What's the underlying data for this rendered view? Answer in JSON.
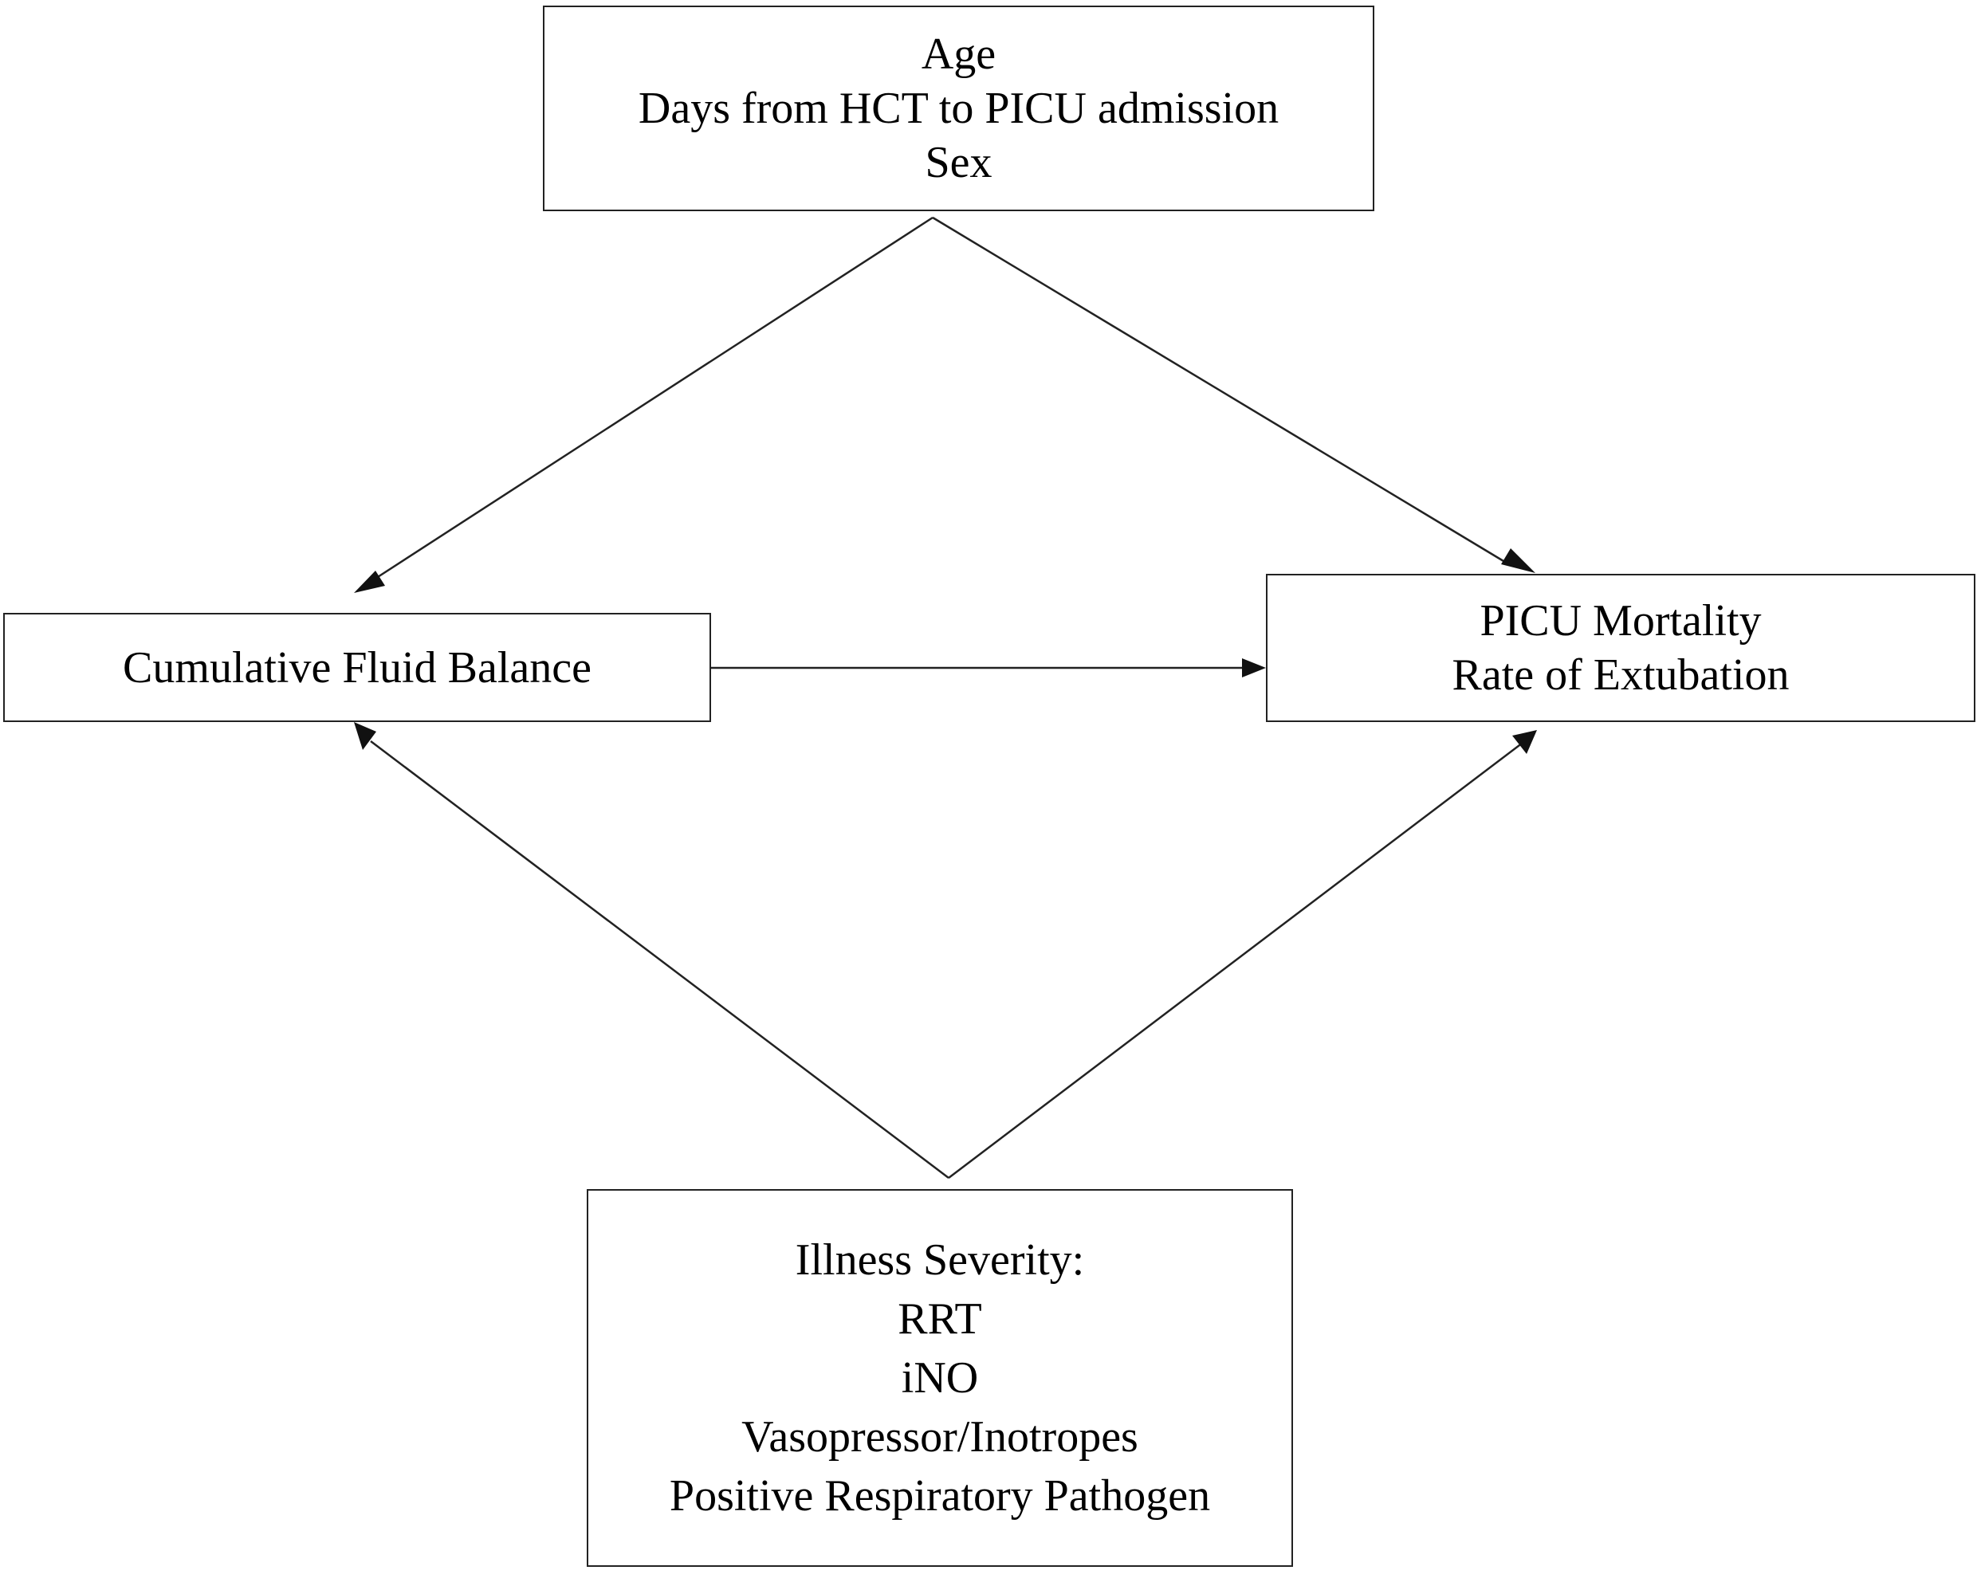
{
  "diagram": {
    "nodes": {
      "confounders": {
        "lines": [
          "Age",
          "Days from HCT to PICU admission",
          "Sex"
        ]
      },
      "exposure": {
        "lines": [
          "Cumulative Fluid Balance"
        ]
      },
      "outcomes": {
        "lines": [
          "PICU Mortality",
          "Rate of Extubation"
        ]
      },
      "severity": {
        "lines": [
          "Illness Severity:",
          "RRT",
          "iNO",
          "Vasopressor/Inotropes",
          "Positive Respiratory Pathogen"
        ]
      }
    },
    "edges": [
      {
        "from": "confounders",
        "to": "exposure"
      },
      {
        "from": "confounders",
        "to": "outcomes"
      },
      {
        "from": "exposure",
        "to": "outcomes"
      },
      {
        "from": "severity",
        "to": "exposure"
      },
      {
        "from": "severity",
        "to": "outcomes"
      }
    ],
    "colors": {
      "line": "#222222",
      "arrowhead": "#111111",
      "box_border": "#222222",
      "background": "#ffffff"
    }
  }
}
